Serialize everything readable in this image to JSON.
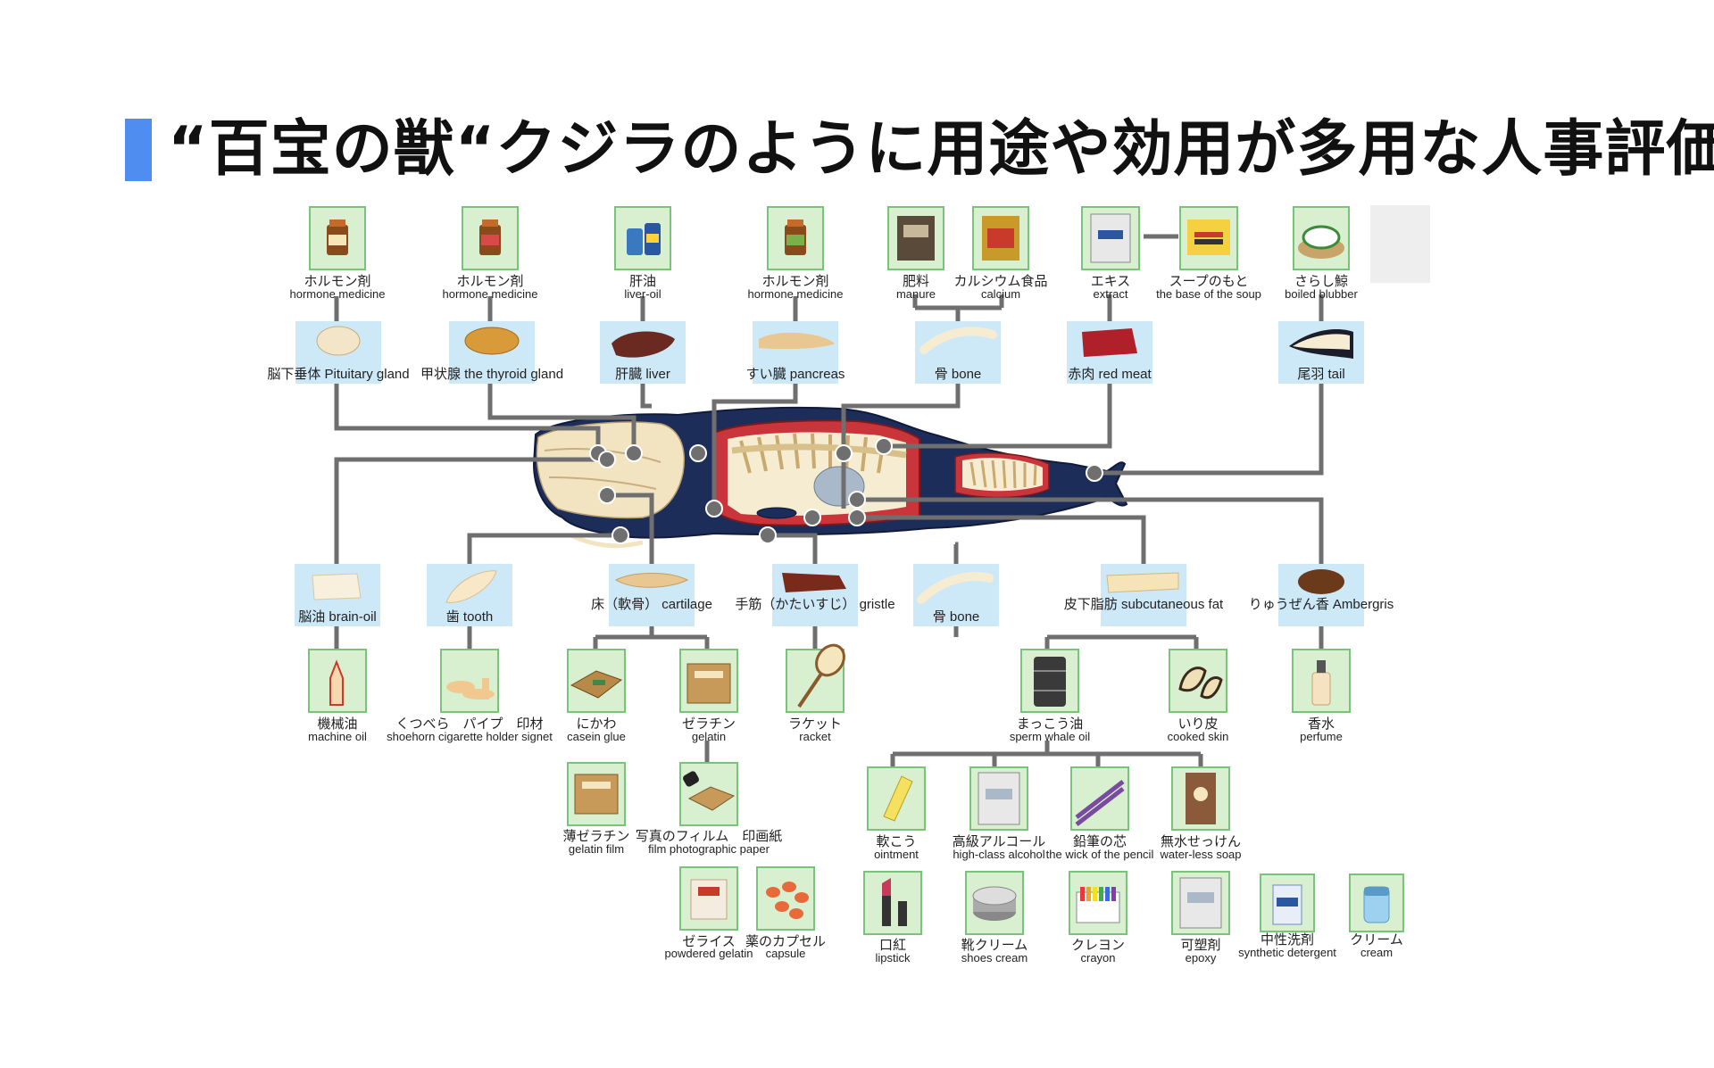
{
  "title": "“百宝の獣“クジラのように用途や効用が多用な人事評価",
  "colors": {
    "accent": "#4f8ef0",
    "organ_box": "#cde8f7",
    "product_box": "#d8f0d0",
    "product_border": "#79c47a",
    "line": "#6f6f6f",
    "whale_body": "#1c2d5a",
    "whale_head": "#f3e4c1"
  },
  "top_products": [
    {
      "jp": "ホルモン剤",
      "en": "hormone medicine",
      "icon": "medicine-bottle-icon"
    },
    {
      "jp": "ホルモン剤",
      "en": "hormone medicine",
      "icon": "medicine-bottle-icon"
    },
    {
      "jp": "肝油",
      "en": "liver-oil",
      "icon": "liver-oil-bottle-icon"
    },
    {
      "jp": "ホルモン剤",
      "en": "hormone medicine",
      "icon": "medicine-bottle-icon"
    },
    {
      "jp": "肥料",
      "en": "manure",
      "icon": "fertilizer-bag-icon"
    },
    {
      "jp": "カルシウム食品",
      "en": "calcium",
      "icon": "calcium-box-icon"
    },
    {
      "jp": "エキス",
      "en": "extract",
      "icon": "extract-can-icon"
    },
    {
      "jp": "スープのもと",
      "en": "the base of the soup",
      "icon": "soup-package-icon"
    },
    {
      "jp": "さらし鯨",
      "en": "boiled blubber",
      "icon": "blubber-dish-icon"
    }
  ],
  "top_organs": [
    {
      "label": "脳下垂体 Pituitary gland"
    },
    {
      "label": "甲状腺 the thyroid gland"
    },
    {
      "label": "肝臓 liver"
    },
    {
      "label": "すい臓 pancreas"
    },
    {
      "label": "骨 bone"
    },
    {
      "label": "赤肉 red meat"
    },
    {
      "label": "尾羽 tail"
    }
  ],
  "bottom_organs": [
    {
      "label": "脳油 brain-oil"
    },
    {
      "label": "歯 tooth"
    },
    {
      "label": "床（軟骨） cartilage"
    },
    {
      "label": "手筋（かたいすじ） gristle"
    },
    {
      "label": "骨 bone"
    },
    {
      "label": "皮下脂肪 subcutaneous fat"
    },
    {
      "label": "りゅうぜん香 Ambergris"
    }
  ],
  "row1_products": [
    {
      "jp": "機械油",
      "en": "machine oil",
      "icon": "oil-can-icon"
    },
    {
      "jp": "くつべら　パイプ　印材",
      "en": "shoehorn  cigarette holder  signet",
      "icon": "tooth-carvings-icon"
    },
    {
      "jp": "にかわ",
      "en": "casein glue",
      "icon": "glue-tray-icon"
    },
    {
      "jp": "ゼラチン",
      "en": "gelatin",
      "icon": "gelatin-box-icon"
    },
    {
      "jp": "ラケット",
      "en": "racket",
      "icon": "racket-icon"
    },
    {
      "jp": "まっこう油",
      "en": "sperm whale oil",
      "icon": "oil-drum-icon"
    },
    {
      "jp": "いり皮",
      "en": "cooked skin",
      "icon": "cooked-skin-icon"
    },
    {
      "jp": "香水",
      "en": "perfume",
      "icon": "perfume-bottle-icon"
    }
  ],
  "row2_products": [
    {
      "jp": "薄ゼラチン",
      "en": "gelatin film",
      "icon": "gelatin-film-box-icon"
    },
    {
      "jp": "写真のフィルム　印画紙",
      "en": "film  photographic paper",
      "icon": "film-roll-icon"
    },
    {
      "jp": "軟こう",
      "en": "ointment",
      "icon": "ointment-tube-icon"
    },
    {
      "jp": "高級アルコール",
      "en": "high-class alcohol",
      "icon": "alcohol-can-icon"
    },
    {
      "jp": "鉛筆の芯",
      "en": "the wick of the pencil",
      "icon": "pencil-lead-icon"
    },
    {
      "jp": "無水せっけん",
      "en": "water-less soap",
      "icon": "soap-box-icon"
    }
  ],
  "row3_products": [
    {
      "jp": "ゼライス",
      "en": "powdered gelatin",
      "icon": "gelatin-powder-icon"
    },
    {
      "jp": "薬のカプセル",
      "en": "capsule",
      "icon": "capsules-icon"
    },
    {
      "jp": "口紅",
      "en": "lipstick",
      "icon": "lipstick-icon"
    },
    {
      "jp": "靴クリーム",
      "en": "shoes cream",
      "icon": "shoe-cream-tin-icon"
    },
    {
      "jp": "クレヨン",
      "en": "crayon",
      "icon": "crayon-box-icon"
    },
    {
      "jp": "可塑剤",
      "en": "epoxy",
      "icon": "epoxy-can-icon"
    },
    {
      "jp": "中性洗剤",
      "en": "synthetic detergent",
      "icon": "detergent-bottle-icon"
    },
    {
      "jp": "クリーム",
      "en": "cream",
      "icon": "cream-jar-icon"
    }
  ]
}
